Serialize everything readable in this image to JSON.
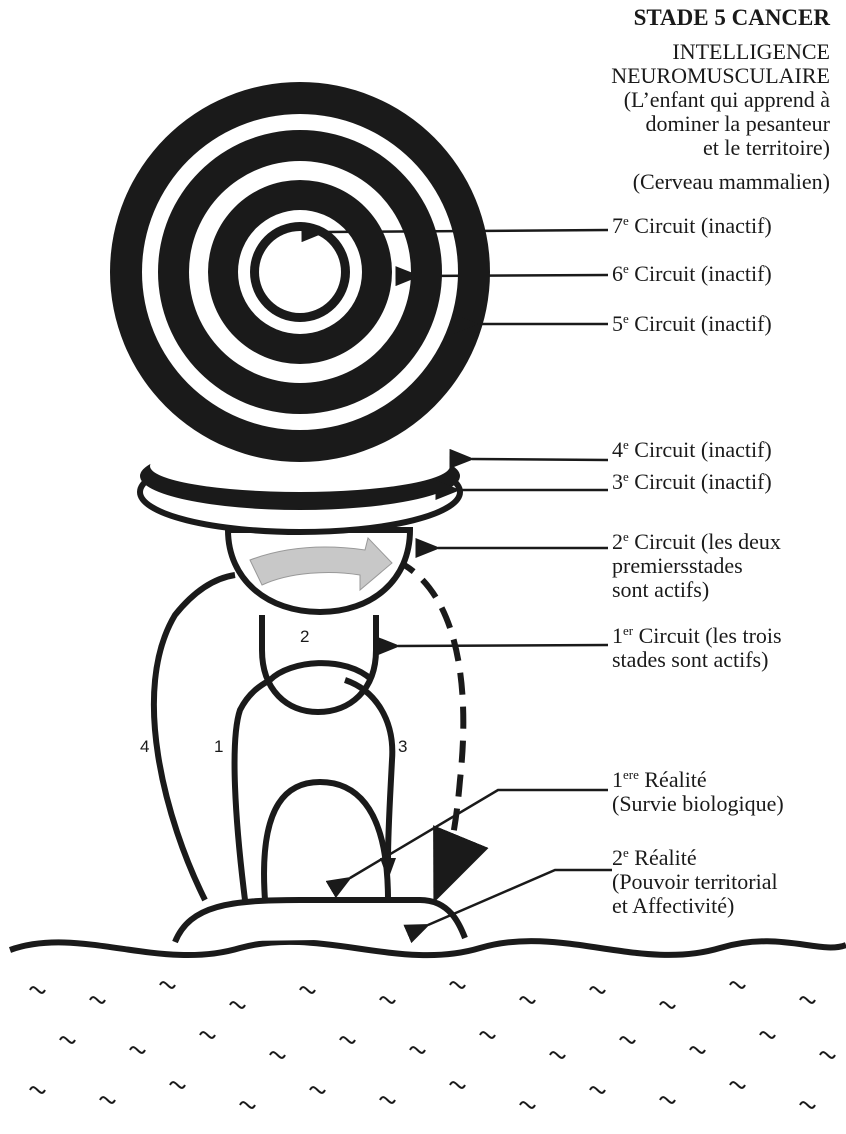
{
  "header": {
    "title": "STADE 5 CANCER",
    "line1": "INTELLIGENCE",
    "line2": "NEUROMUSCULAIRE",
    "line3": "(L’enfant qui apprend à",
    "line4": "dominer la pesanteur",
    "line5": "et le territoire)",
    "line6": "(Cerveau mammalien)"
  },
  "labels": {
    "c7": {
      "num": "7",
      "sup": "e",
      "text": " Circuit (inactif)"
    },
    "c6": {
      "num": "6",
      "sup": "e",
      "text": " Circuit (inactif)"
    },
    "c5": {
      "num": "5",
      "sup": "e",
      "text": " Circuit (inactif)"
    },
    "c4": {
      "num": "4",
      "sup": "e",
      "text": " Circuit (inactif)"
    },
    "c3": {
      "num": "3",
      "sup": "e",
      "text": " Circuit (inactif)"
    },
    "c2": {
      "num": "2",
      "sup": "e",
      "line1": " Circuit (les deux",
      "line2a": "premiers",
      "line2b": "stades",
      "line3": "sont actifs)"
    },
    "c1": {
      "num": "1",
      "sup": "er",
      "line1": " Circuit (les trois",
      "line2": "stades sont actifs)"
    },
    "r1": {
      "num": "1",
      "sup": "ere",
      "line1": " Réalité",
      "line2": "(Survie biologique)"
    },
    "r2": {
      "num": "2",
      "sup": "e",
      "line1": " Réalité",
      "line2": "(Pouvoir territorial",
      "line3": "et Affectivité)"
    }
  },
  "path_numbers": {
    "p1": "1",
    "p2": "2",
    "p3": "3",
    "p4": "4"
  },
  "colors": {
    "ink": "#1a1a1a",
    "paper": "#ffffff",
    "arrow_fill": "#c8c8c8"
  }
}
